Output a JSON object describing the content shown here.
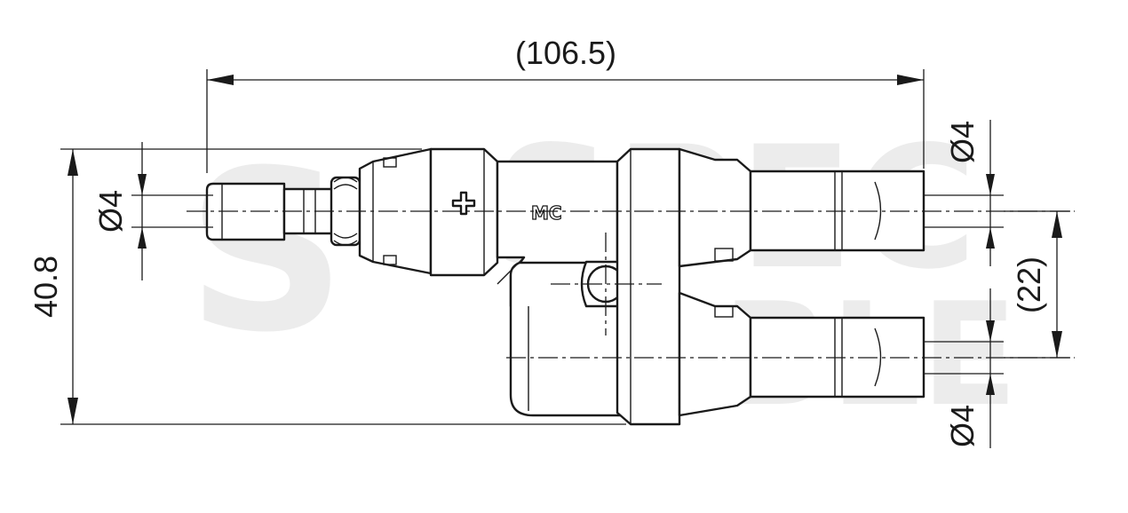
{
  "dimensions": {
    "overall_length": "(106.5)",
    "overall_height": "40.8",
    "input_pin_diameter": "Ø4",
    "output_top_diameter": "Ø4",
    "output_bottom_diameter": "Ø4",
    "output_spacing": "(22)"
  },
  "markings": {
    "polarity_symbol": "+",
    "brand_logo": "MC"
  },
  "watermark": {
    "line1": "SPEC",
    "line2": "KABLE"
  }
}
